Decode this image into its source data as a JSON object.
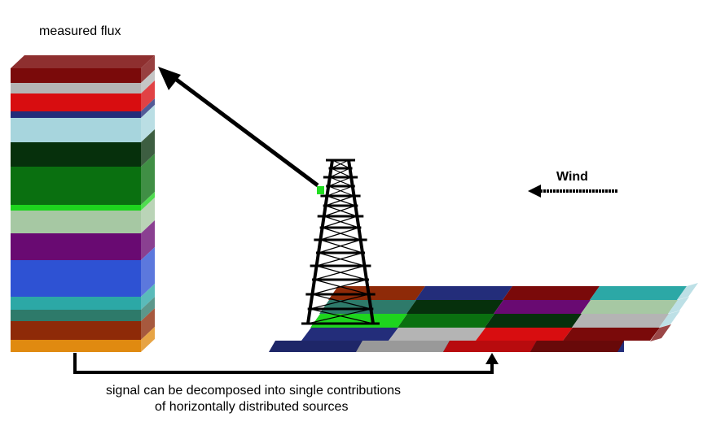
{
  "labels": {
    "measured_flux": "measured flux",
    "wind": "Wind",
    "caption_line1": "signal can be decomposed into single contributions",
    "caption_line2": "of horizontally distributed sources"
  },
  "colors": {
    "dark_red": "#7a0a0a",
    "light_gray": "#b4b4b4",
    "red": "#d80d10",
    "navy": "#232d7a",
    "light_blue": "#a7d5dd",
    "dark_green": "#06300c",
    "green": "#0a7010",
    "bright_green": "#1ed41e",
    "pale_green": "#a6c8a3",
    "purple": "#690a72",
    "blue": "#2e52d3",
    "teal": "#2ca8a6",
    "sea_green": "#2e7a6a",
    "brown": "#8e2a08",
    "orange": "#e08a10"
  },
  "icons": [
    "tower-icon",
    "arrow-icon",
    "wind-arrow-icon"
  ]
}
